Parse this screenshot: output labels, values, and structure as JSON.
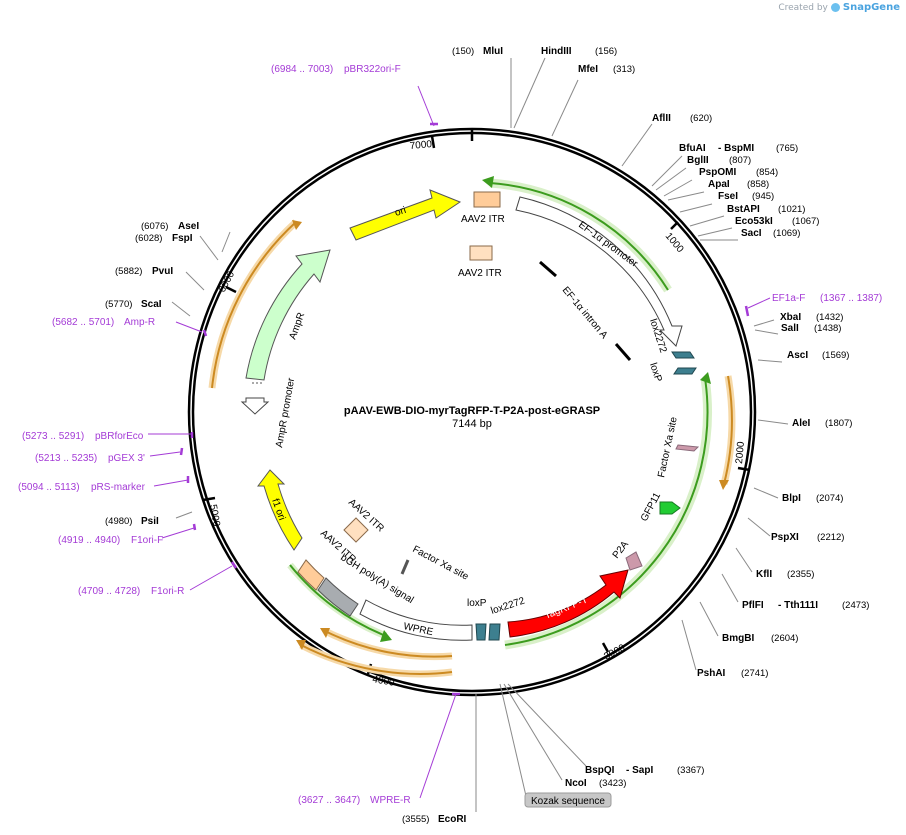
{
  "brand": {
    "prefix": "Created by",
    "name": "SnapGene"
  },
  "plasmid": {
    "name": "pAAV-EWB-DIO-myrTagRFP-T-P2A-post-eGRASP",
    "size_label": "7144 bp"
  },
  "ticks": [
    "1000",
    "2000",
    "3000",
    "4000",
    "5000",
    "6000",
    "7000"
  ],
  "restriction_sites": [
    {
      "name": "MluI",
      "pos": "(150)"
    },
    {
      "name": "HindIII",
      "pos": "(156)"
    },
    {
      "name": "MfeI",
      "pos": "(313)"
    },
    {
      "name": "AflII",
      "pos": "(620)"
    },
    {
      "name": "BfuAI",
      "name2": "BspMI",
      "pos": "(765)"
    },
    {
      "name": "BglII",
      "pos": "(807)"
    },
    {
      "name": "PspOMI",
      "pos": "(854)"
    },
    {
      "name": "ApaI",
      "pos": "(858)"
    },
    {
      "name": "FseI",
      "pos": "(945)"
    },
    {
      "name": "BstAPI",
      "pos": "(1021)"
    },
    {
      "name": "Eco53kI",
      "pos": "(1067)"
    },
    {
      "name": "SacI",
      "pos": "(1069)"
    },
    {
      "name": "XbaI",
      "pos": "(1432)"
    },
    {
      "name": "SalI",
      "pos": "(1438)"
    },
    {
      "name": "AscI",
      "pos": "(1569)"
    },
    {
      "name": "AleI",
      "pos": "(1807)"
    },
    {
      "name": "BlpI",
      "pos": "(2074)"
    },
    {
      "name": "PspXI",
      "pos": "(2212)"
    },
    {
      "name": "KflI",
      "pos": "(2355)"
    },
    {
      "name": "PflFI",
      "name2": "Tth111I",
      "pos": "(2473)"
    },
    {
      "name": "BmgBI",
      "pos": "(2604)"
    },
    {
      "name": "PshAI",
      "pos": "(2741)"
    },
    {
      "name": "BspQI",
      "name2": "SapI",
      "pos": "(3367)"
    },
    {
      "name": "NcoI",
      "pos": "(3423)"
    },
    {
      "name": "EcoRI",
      "pos": "(3555)"
    },
    {
      "name": "PsiI",
      "pos": "(4980)"
    },
    {
      "name": "ScaI",
      "pos": "(5770)"
    },
    {
      "name": "PvuI",
      "pos": "(5882)"
    },
    {
      "name": "FspI",
      "pos": "(6028)"
    },
    {
      "name": "AseI",
      "pos": "(6076)"
    }
  ],
  "primers": [
    {
      "name": "pBR322ori-F",
      "range": "(6984 .. 7003)"
    },
    {
      "name": "EF1a-F",
      "range": "(1367 .. 1387)"
    },
    {
      "name": "Amp-R",
      "range": "(5682 .. 5701)"
    },
    {
      "name": "pBRforEco",
      "range": "(5273 .. 5291)"
    },
    {
      "name": "pGEX 3'",
      "range": "(5213 .. 5235)"
    },
    {
      "name": "pRS-marker",
      "range": "(5094 .. 5113)"
    },
    {
      "name": "F1ori-F",
      "range": "(4919 .. 4940)"
    },
    {
      "name": "F1ori-R",
      "range": "(4709 .. 4728)"
    },
    {
      "name": "WPRE-R",
      "range": "(3627 .. 3647)"
    }
  ],
  "features": {
    "ori": "ori",
    "aav2_itr_top": "AAV2 ITR",
    "aav2_itr_top2": "AAV2 ITR",
    "ef1a_promoter": "EF-1α promoter",
    "ef1a_intron": "EF-1α intron A",
    "lox2272_top": "lox2272",
    "loxp_top": "loxP",
    "factor_xa_right": "Factor Xa site",
    "gfp11": "GFP11",
    "p2a": "P2A",
    "tagrfp": "TagRFP-T",
    "lox2272_bottom": "lox2272",
    "loxp_bottom": "loxP",
    "wpre": "WPRE",
    "bgh": "bGH poly(A) signal",
    "aav2_itr_bot1": "AAV2 ITR",
    "aav2_itr_bot2": "AAV2 ITR",
    "factor_xa_bottom": "Factor Xa site",
    "f1_ori": "f1 ori",
    "ampr": "AmpR",
    "ampr_promoter": "AmpR promoter",
    "kozak": "Kozak sequence"
  },
  "colors": {
    "ori": "#ffff00",
    "itr": "#ffcc99",
    "ampr": "#ccffcc",
    "tagrfp": "#ff0000",
    "lox": "#3d7f8f",
    "gfp11": "#22cc33",
    "p2a": "#cc99aa",
    "bgh": "#a8acb0",
    "primer": "#a43bd6",
    "orf_green": "#3c9c1e",
    "orf_orange": "#cc8a22"
  }
}
